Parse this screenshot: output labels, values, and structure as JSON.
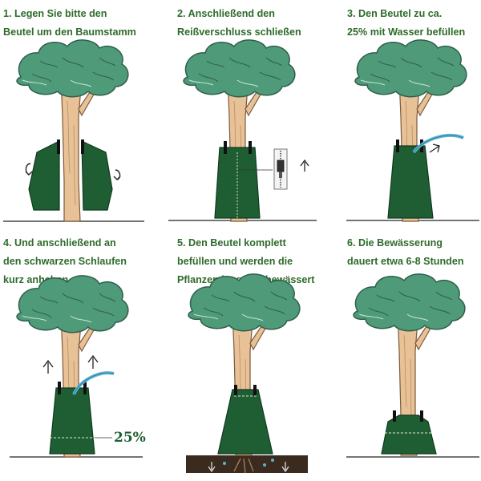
{
  "steps": [
    {
      "lines": [
        "1. Legen Sie bitte den",
        "Beutel um den Baumstamm"
      ]
    },
    {
      "lines": [
        "2. Anschließend den",
        "Reißverschluss schließen"
      ]
    },
    {
      "lines": [
        "3. Den Beutel zu ca.",
        "25% mit Wasser befüllen"
      ]
    },
    {
      "lines": [
        "4. Und anschließend an",
        "den schwarzen Schlaufen",
        "kurz anheben"
      ]
    },
    {
      "lines": [
        "5. Den Beutel komplett",
        "befüllen und werden die",
        "Pflanzen langsam bewässert"
      ]
    },
    {
      "lines": [
        "6. Die Bewässerung",
        "dauert etwa 6-8 Stunden"
      ]
    }
  ],
  "fill_label": "25%",
  "colors": {
    "text": "#2e6b2a",
    "canopy": "#4e9a79",
    "bag": "#1f5e33",
    "trunk": "#e8c197",
    "water": "#5bb4d6"
  }
}
